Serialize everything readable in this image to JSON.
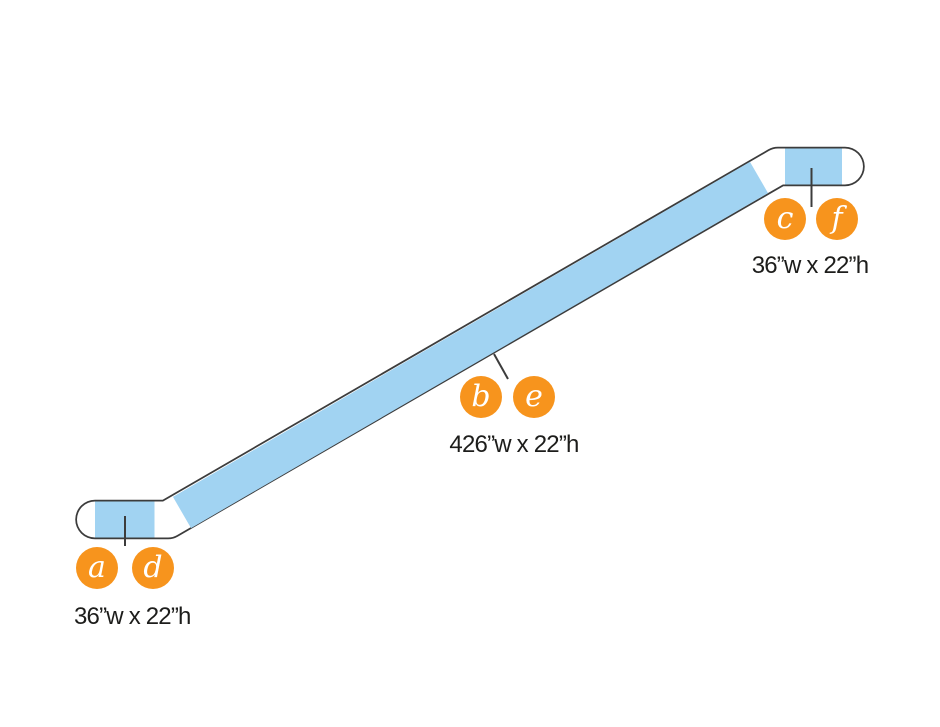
{
  "diagram": {
    "type": "escalator-handrail-ad-spec",
    "colors": {
      "panel-blue": "#A1D3F2",
      "badge-orange": "#F7941D",
      "line-dark": "#3C3C3C",
      "text-dark": "#1D1D1B",
      "bg": "#FFFFFF",
      "badge-text": "#FFFFFF"
    },
    "segments": [
      {
        "name": "lower-landing-panel",
        "badges": [
          "a",
          "d"
        ],
        "size_label": "36”w x 22”h"
      },
      {
        "name": "incline-panel",
        "badges": [
          "b",
          "e"
        ],
        "size_label": "426”w x 22”h"
      },
      {
        "name": "upper-landing-panel",
        "badges": [
          "c",
          "f"
        ],
        "size_label": "36”w x 22”h"
      }
    ]
  }
}
